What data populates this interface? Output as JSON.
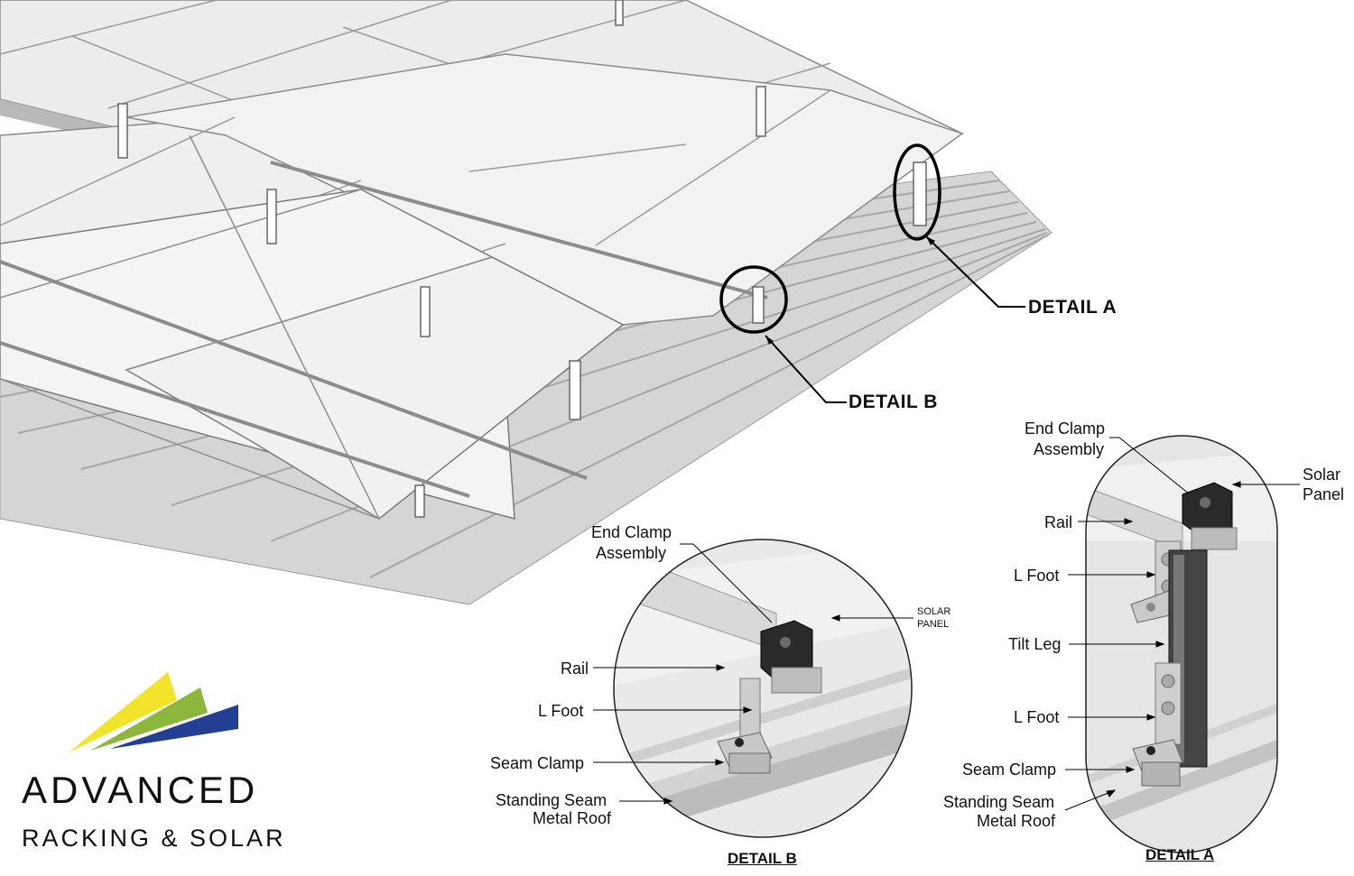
{
  "overview": {
    "callout_a": "DETAIL A",
    "callout_b": "DETAIL B"
  },
  "detail_b": {
    "title": "DETAIL B",
    "labels": {
      "end_clamp_line1": "End Clamp",
      "end_clamp_line2": "Assembly",
      "solar_panel_line1": "SOLAR",
      "solar_panel_line2": "PANEL",
      "rail": "Rail",
      "l_foot": "L Foot",
      "seam_clamp": "Seam Clamp",
      "roof_line1": "Standing Seam",
      "roof_line2": "Metal Roof"
    }
  },
  "detail_a": {
    "title": "DETAIL A",
    "labels": {
      "end_clamp_line1": "End Clamp",
      "end_clamp_line2": "Assembly",
      "solar_panel_line1": "Solar",
      "solar_panel_line2": "Panel",
      "rail": "Rail",
      "l_foot_upper": "L Foot",
      "tilt_leg": "Tilt Leg",
      "l_foot_lower": "L Foot",
      "seam_clamp": "Seam Clamp",
      "roof_line1": "Standing Seam",
      "roof_line2": "Metal Roof"
    }
  },
  "logo": {
    "line1": "ADVANCED",
    "line2": "RACKING & SOLAR",
    "colors": {
      "yellow": "#f2e42a",
      "green": "#8db63c",
      "blue": "#233f94"
    }
  }
}
